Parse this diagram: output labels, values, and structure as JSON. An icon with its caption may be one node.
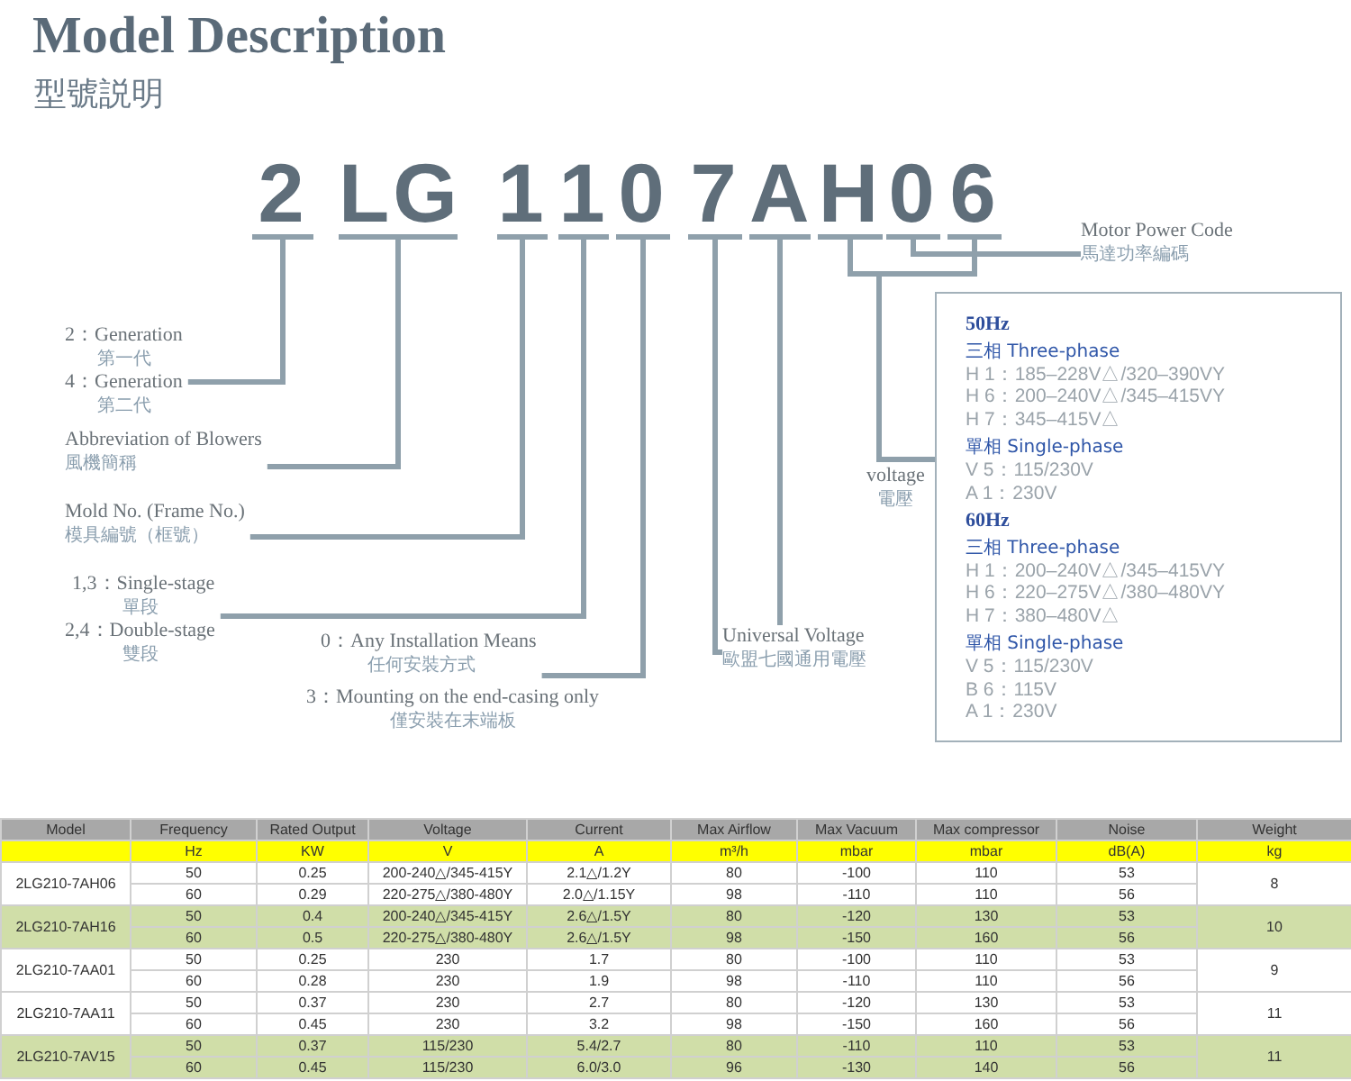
{
  "diagram": {
    "title": "Model Description",
    "nodes": [
      {
        "text": [
          "2"
        ]
      },
      {
        "text": [
          "LG"
        ]
      },
      {
        "text": [
          "1"
        ]
      },
      {
        "text": [
          "1"
        ]
      },
      {
        "text": [
          "0"
        ]
      },
      {
        "text": [
          "7"
        ]
      },
      {
        "text": [
          "A"
        ]
      },
      {
        "text": [
          "H"
        ]
      },
      {
        "text": [
          "0"
        ]
      },
      {
        "text": [
          "6"
        ]
      },
      {
        "text": [
          "Motor Power Code",
          "馬達功率編碼"
        ]
      },
      {
        "text": [
          "2：Generation",
          "第一代",
          "4：Generation",
          "第二代"
        ]
      },
      {
        "text": [
          "Abbreviation of Blowers",
          "風機簡稱"
        ]
      },
      {
        "text": [
          "Mold No. (Frame No.)",
          "模具編號（框號）"
        ]
      },
      {
        "text": [
          "1,3：Single-stage",
          "單段",
          "2,4：Double-stage",
          "雙段"
        ]
      },
      {
        "text": [
          "0：Any Installation Means",
          "任何安裝方式"
        ]
      },
      {
        "text": [
          "Universal Voltage",
          "歐盟七國通用電壓"
        ]
      },
      {
        "text": [
          "50Hz",
          "三相 Three-phase",
          "H 1：185–228V△/320–390VY",
          "H 6：200–240V△/345–415VY",
          "H 7：345–415V△",
          "單相 Single-phase",
          "V 5：115/230V",
          "A 1：230V",
          "60Hz",
          "三相 Three-phase",
          "H 1：200–240V△/345–415VY",
          "H 6：220–275V△/380–480VY",
          "H 7：380–480V△",
          "單相 Single-phase",
          "V 5：115/230V",
          "B 6：115V",
          "A 1：230V"
        ],
        "beside": [
          "voltage",
          "電壓"
        ]
      }
    ],
    "edges": [
      {
        "from": 0,
        "to": 11,
        "arrow": "none"
      },
      {
        "from": 1,
        "to": 12,
        "arrow": "none"
      },
      {
        "from": 2,
        "to": 13,
        "arrow": "none"
      },
      {
        "from": 3,
        "to": 14,
        "arrow": "none"
      },
      {
        "from": 4,
        "to": 15,
        "arrow": "none"
      },
      {
        "from": 5,
        "to": 16,
        "arrow": "none"
      },
      {
        "from": 6,
        "to": 16,
        "arrow": "none"
      },
      {
        "from": 8,
        "to": 10,
        "arrow": "none"
      },
      {
        "from": 9,
        "to": 10,
        "arrow": "none"
      },
      {
        "from": 7,
        "to": 17,
        "arrow": "none"
      },
      {
        "from": 9,
        "to": 17,
        "arrow": "none"
      }
    ],
    "labels": [
      "型號説明",
      "3：Mounting on the end-casing only",
      "僅安裝在末端板",
      "Model",
      "Frequency",
      "Rated Output",
      "Voltage",
      "Current",
      "Max Airflow",
      "Max Vacuum",
      "Max compressor",
      "Noise",
      "Weight",
      "Hz",
      "KW",
      "V",
      "A",
      "m³/h",
      "mbar",
      "mbar",
      "dB(A)",
      "kg",
      "2LG210-7AH06",
      "50",
      "0.25",
      "200-240△/345-415Y",
      "2.1△/1.2Y",
      "80",
      "-100",
      "110",
      "53",
      "8",
      "60",
      "0.29",
      "220-275△/380-480Y",
      "2.0△/1.15Y",
      "98",
      "-110",
      "110",
      "56",
      "2LG210-7AH16",
      "50",
      "0.4",
      "200-240△/345-415Y",
      "2.6△/1.5Y",
      "80",
      "-120",
      "130",
      "53",
      "10",
      "60",
      "0.5",
      "220-275△/380-480Y",
      "2.6△/1.5Y",
      "98",
      "-150",
      "160",
      "56",
      "2LG210-7AA01",
      "50",
      "0.25",
      "230",
      "1.7",
      "80",
      "-100",
      "110",
      "53",
      "9",
      "60",
      "0.28",
      "230",
      "1.9",
      "98",
      "-110",
      "110",
      "56",
      "2LG210-7AA11",
      "50",
      "0.37",
      "230",
      "2.7",
      "80",
      "-120",
      "130",
      "53",
      "11",
      "60",
      "0.45",
      "230",
      "3.2",
      "98",
      "-150",
      "160",
      "56",
      "2LG210-7AV15",
      "50",
      "0.37",
      "115/230",
      "5.4/2.7",
      "80",
      "-110",
      "110",
      "53",
      "11",
      "60",
      "0.45",
      "115/230",
      "6.0/3.0",
      "96",
      "-130",
      "140",
      "56"
    ]
  }
}
